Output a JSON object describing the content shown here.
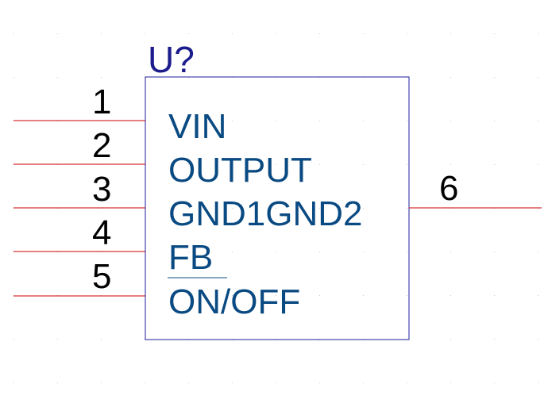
{
  "component": {
    "reference": "U?",
    "colors": {
      "wire": "#cc0000",
      "body_outline": "#1c1c9c",
      "reference_text": "#1c1c8c",
      "pin_name_text": "#0a4a82",
      "pin_number_text": "#000000",
      "grid_dot": "#c8c8c8"
    },
    "left_pins": [
      {
        "number": "1",
        "name": "VIN"
      },
      {
        "number": "2",
        "name": "OUTPUT"
      },
      {
        "number": "3",
        "name": "GND1GND2"
      },
      {
        "number": "4",
        "name": "FB"
      },
      {
        "number": "5",
        "name": "ON/OFF"
      }
    ],
    "right_pins": [
      {
        "number": "6"
      }
    ]
  }
}
